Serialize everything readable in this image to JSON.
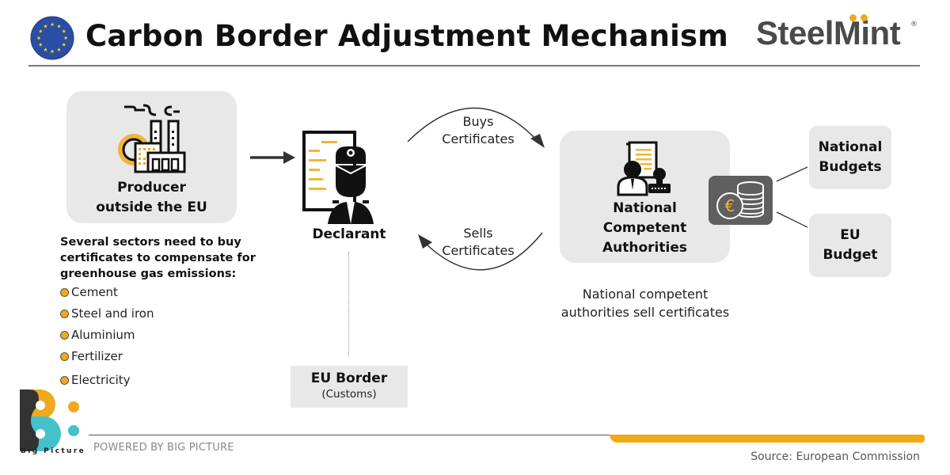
{
  "header": {
    "title": "Carbon Border Adjustment Mechanism",
    "brand": "SteelMint",
    "brand_mark": "®"
  },
  "producer": {
    "label": "Producer outside the EU",
    "label_lines": [
      "Producer",
      "outside the EU"
    ]
  },
  "sectors": {
    "intro": "Several sectors need to buy certificates to compensate for greenhouse gas emissions:",
    "items": [
      "Cement",
      "Steel and iron",
      "Aluminium",
      "Fertilizer",
      "Electricity"
    ]
  },
  "declarant": {
    "label": "Declarant"
  },
  "flows": {
    "buys": [
      "Buys",
      "Certificates"
    ],
    "sells": [
      "Sells",
      "Certificates"
    ]
  },
  "eu_border": {
    "title": "EU Border",
    "subtitle": "(Customs)"
  },
  "nca": {
    "label_lines": [
      "National",
      "Competent",
      "Authorities"
    ],
    "caption_lines": [
      "National competent",
      "authorities sell certificates"
    ]
  },
  "budgets": {
    "national": [
      "National",
      "Budgets"
    ],
    "eu": [
      "EU",
      "Budget"
    ]
  },
  "coin_icon_symbol": "€",
  "footer": {
    "logo_text": "Big Picture",
    "powered": "POWERED BY BIG PICTURE",
    "source": "Source: European Commission"
  },
  "colors": {
    "accent": "#f0a81c",
    "eu_blue": "#2a4ea3",
    "eu_star": "#ffd500",
    "box_grey": "#e8e8e8",
    "coin_box": "#5f5f5f",
    "teal": "#45c1cc",
    "dark": "#333333"
  }
}
